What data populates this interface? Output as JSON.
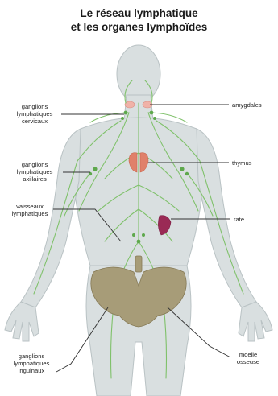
{
  "title": {
    "line1": "Le réseau lymphatique",
    "line2": "et les organes lymphoïdes"
  },
  "labels": {
    "cervicaux": [
      "ganglions",
      "lymphatiques",
      "cervicaux"
    ],
    "amygdales": "amygdales",
    "axillaires": [
      "ganglions",
      "lymphatiques",
      "axillaires"
    ],
    "thymus": "thymus",
    "vaisseaux": [
      "vaisseaux",
      "lymphatiques"
    ],
    "rate": "rate",
    "inguinaux": [
      "ganglions",
      "lymphatiques",
      "inguinaux"
    ],
    "moelle": [
      "moelle",
      "osseuse"
    ]
  },
  "colors": {
    "body_fill": "#d9dfe0",
    "body_outline": "#b9c2c4",
    "lymph": "#7fc16a",
    "node": "#5ea84c",
    "thymus": "#e0806a",
    "spleen": "#9a2a55",
    "tonsils": "#f0b2a8",
    "bone": "#a79c78",
    "leader_line": "#333333"
  }
}
